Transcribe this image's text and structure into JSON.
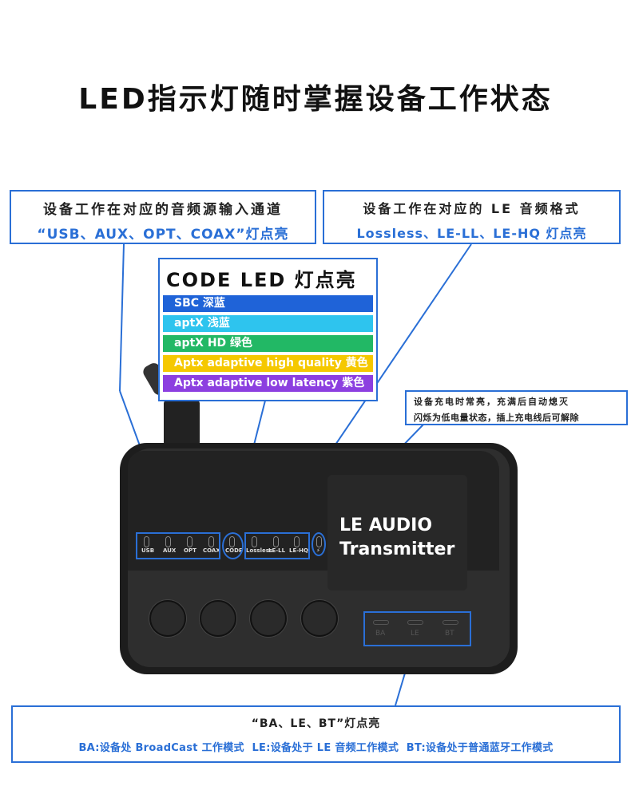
{
  "title": "LED指示灯随时掌握设备工作状态",
  "callout_source": {
    "line1": "设备工作在对应的音频源输入通道",
    "line2": "“USB、AUX、OPT、COAX”灯点亮"
  },
  "callout_le": {
    "line1": "设备工作在对应的 LE 音频格式",
    "line2": "Lossless、LE-LL、LE-HQ 灯点亮"
  },
  "code_legend": {
    "title": "CODE LED 灯点亮",
    "items": [
      {
        "label": "SBC 深蓝",
        "color": "#1f63d8"
      },
      {
        "label": "aptX 浅蓝",
        "color": "#2ec4ee"
      },
      {
        "label": "aptX HD 绿色",
        "color": "#22b865"
      },
      {
        "label": "Aptx adaptive high quality 黄色",
        "color": "#f5c800"
      },
      {
        "label": "Aptx adaptive low latency 紫色",
        "color": "#8c3fe0"
      }
    ]
  },
  "callout_charge": {
    "line1": "设备充电时常亮，充满后自动熄灭",
    "line2": "闪烁为低电量状态，插上充电线后可解除"
  },
  "device": {
    "brand_line1": "LE AUDIO",
    "brand_line2": "Transmitter",
    "leds": [
      "USB",
      "AUX",
      "OPT",
      "COAX",
      "CODE",
      "Lossless",
      "LE-LL",
      "LE-HQ",
      "⚡"
    ],
    "mode_leds": [
      "BA",
      "LE",
      "BT"
    ]
  },
  "callout_mode": {
    "line1": "“BA、LE、BT”灯点亮",
    "line2": "BA:设备处 BroadCast 工作模式  LE:设备处于 LE 音频工作模式  BT:设备处于普通蓝牙工作模式"
  }
}
